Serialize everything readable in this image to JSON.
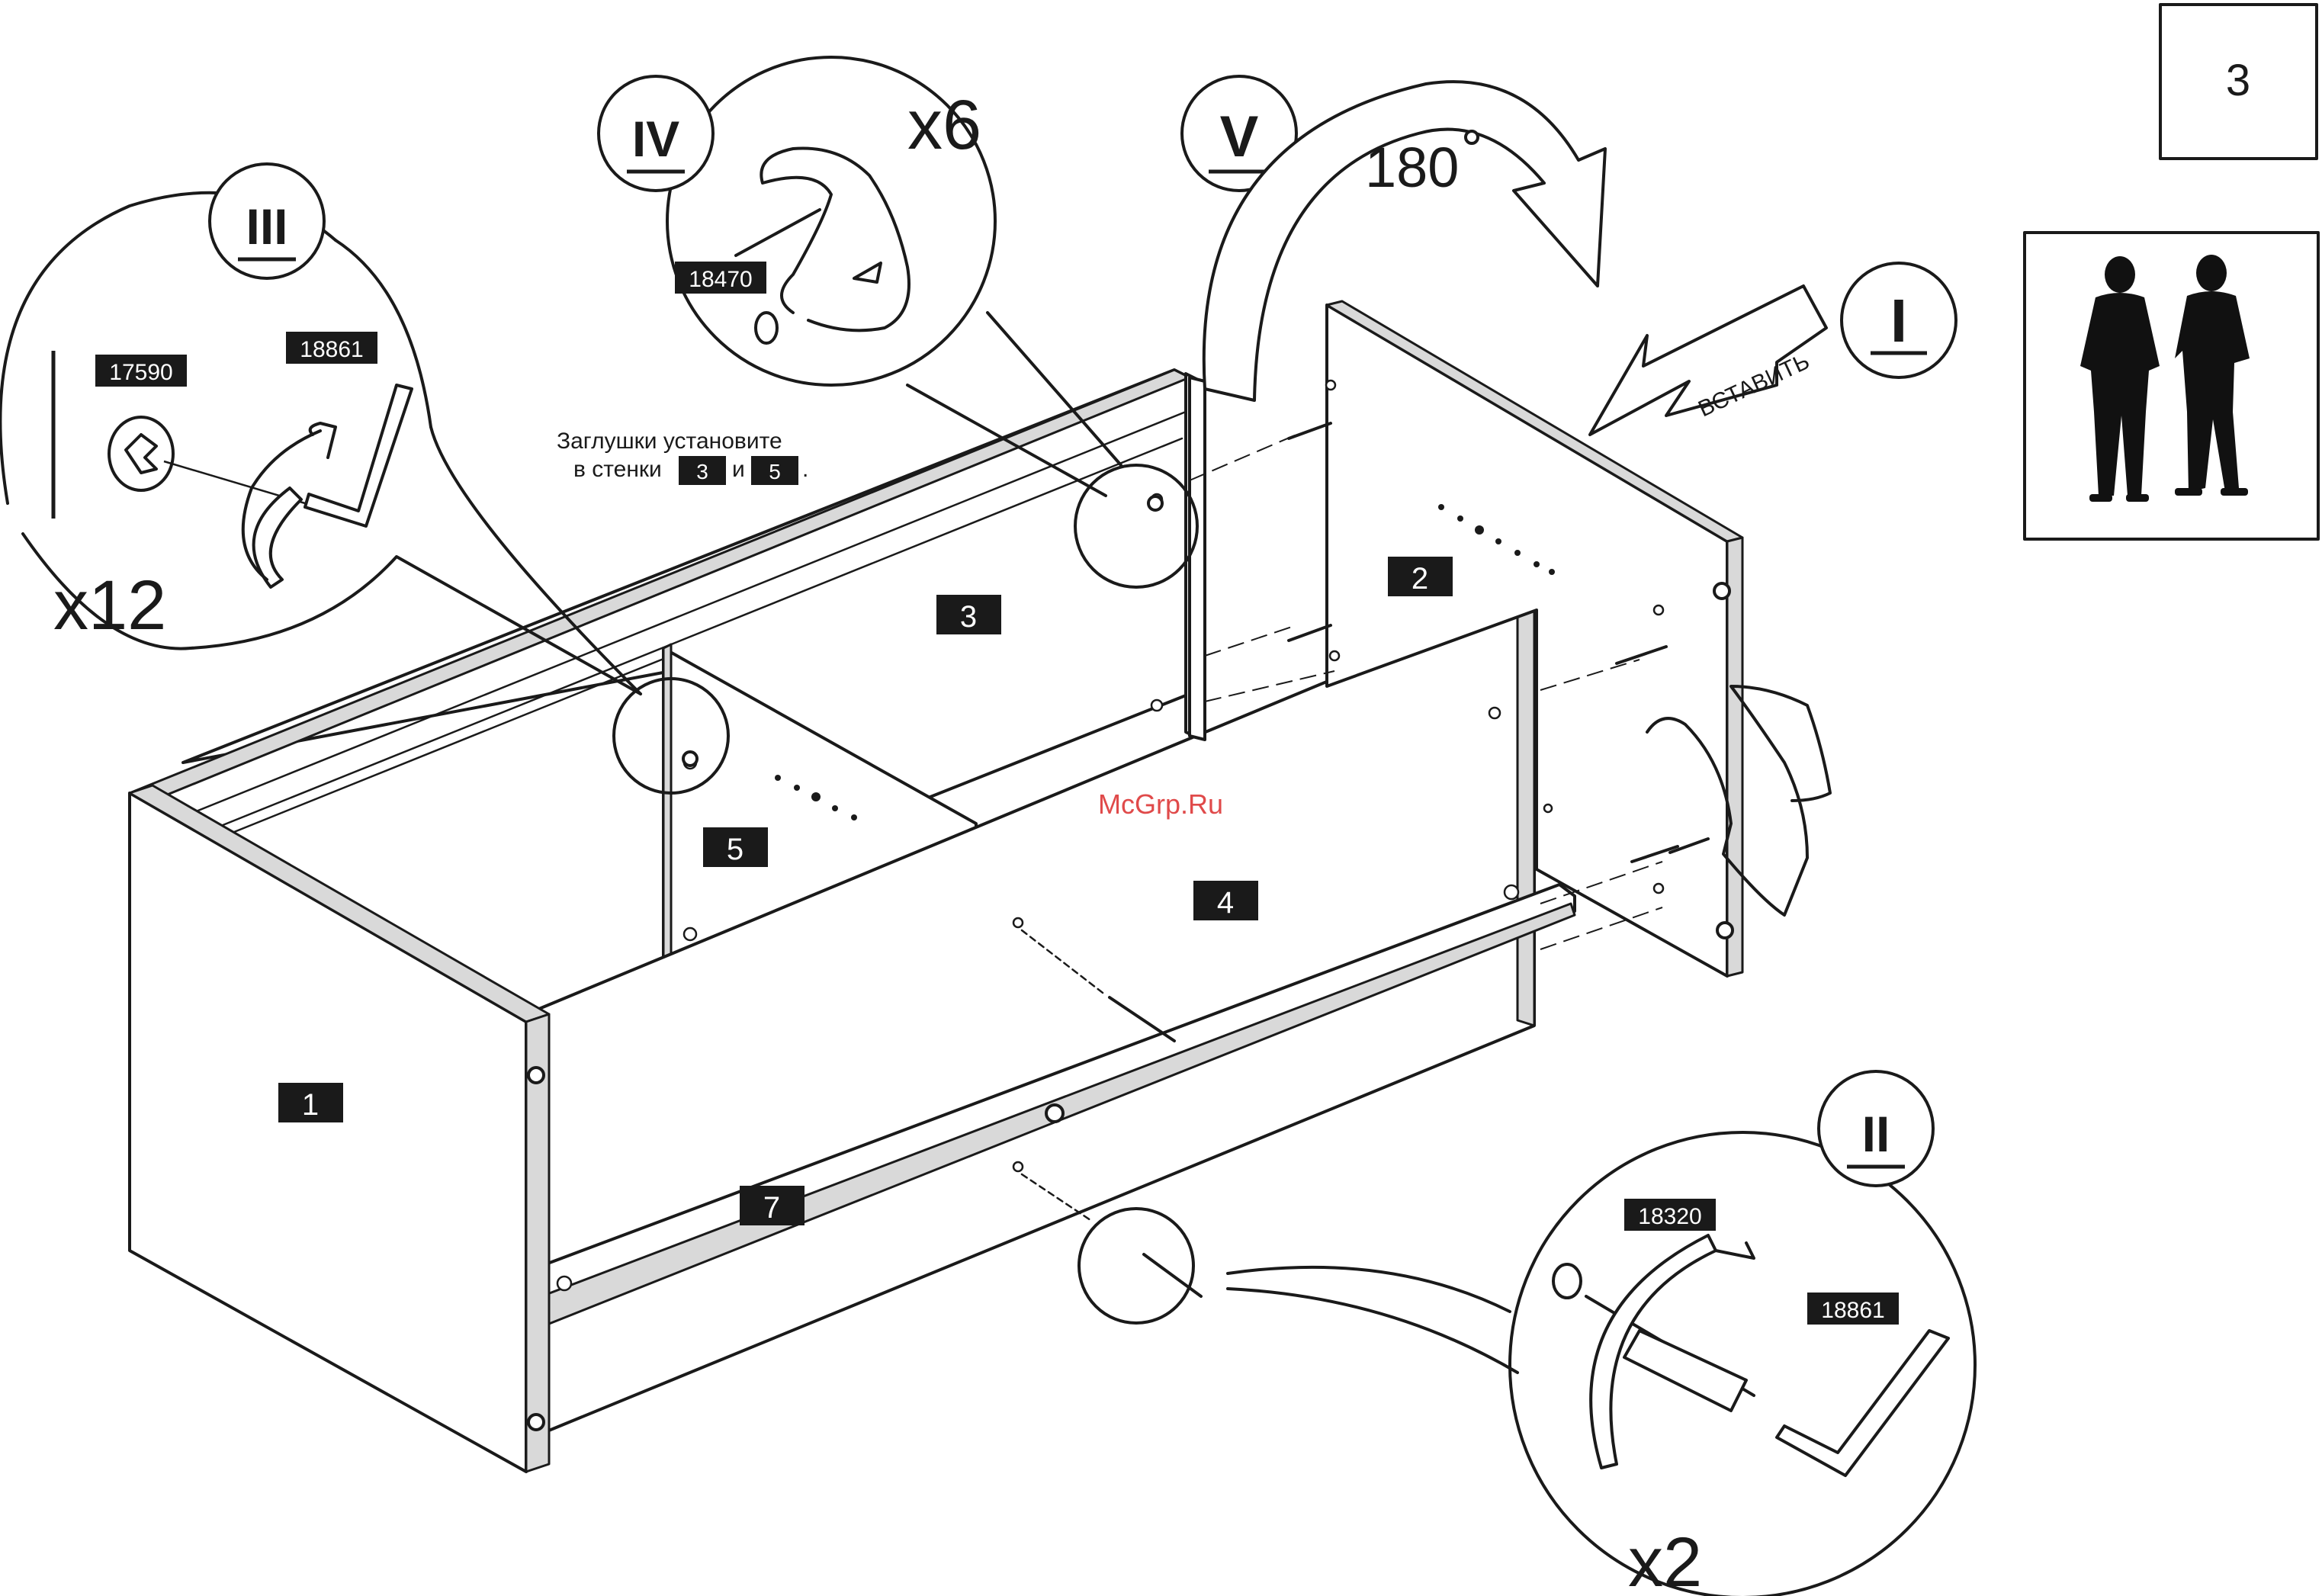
{
  "page": {
    "step_number": "3",
    "watermark": "McGrp.Ru"
  },
  "note": {
    "line1": "Заглушки установите",
    "line2_prefix": "в стенки",
    "line2_and": "и",
    "line2_end": ".",
    "ref_a": "3",
    "ref_b": "5"
  },
  "steps": [
    {
      "id": "I",
      "numeral": "I",
      "action": "ВСТАВИТЬ"
    },
    {
      "id": "II",
      "numeral": "II",
      "count": "x2",
      "codes": [
        "18320",
        "18861"
      ]
    },
    {
      "id": "III",
      "numeral": "III",
      "count": "x12",
      "codes": [
        "17590",
        "18861"
      ]
    },
    {
      "id": "IV",
      "numeral": "IV",
      "count": "x6",
      "codes": [
        "18470"
      ]
    },
    {
      "id": "V",
      "numeral": "V",
      "rotation": "180"
    }
  ],
  "panels": [
    "1",
    "2",
    "3",
    "4",
    "5",
    "7"
  ],
  "colors": {
    "ink": "#1a1a1a",
    "label_bg": "#1a1a1a",
    "label_text": "#ffffff",
    "panel": "#ffffff"
  },
  "icons": [
    "two-people-icon",
    "hand-icon",
    "hex-key-icon",
    "cam-lock-icon",
    "dowel-icon",
    "screw-icon",
    "cap-plug-icon"
  ]
}
